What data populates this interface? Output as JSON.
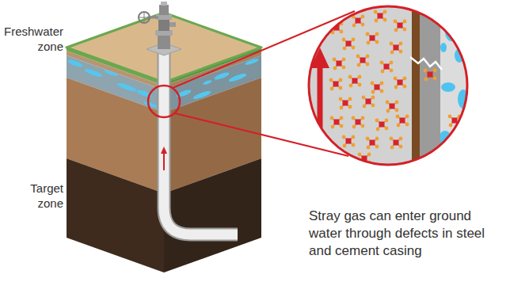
{
  "diagram": {
    "labels": [
      "Freshwater zone",
      "Target zone",
      "Stray gas can enter ground water through defects in steel and cement casing"
    ]
  }
}
